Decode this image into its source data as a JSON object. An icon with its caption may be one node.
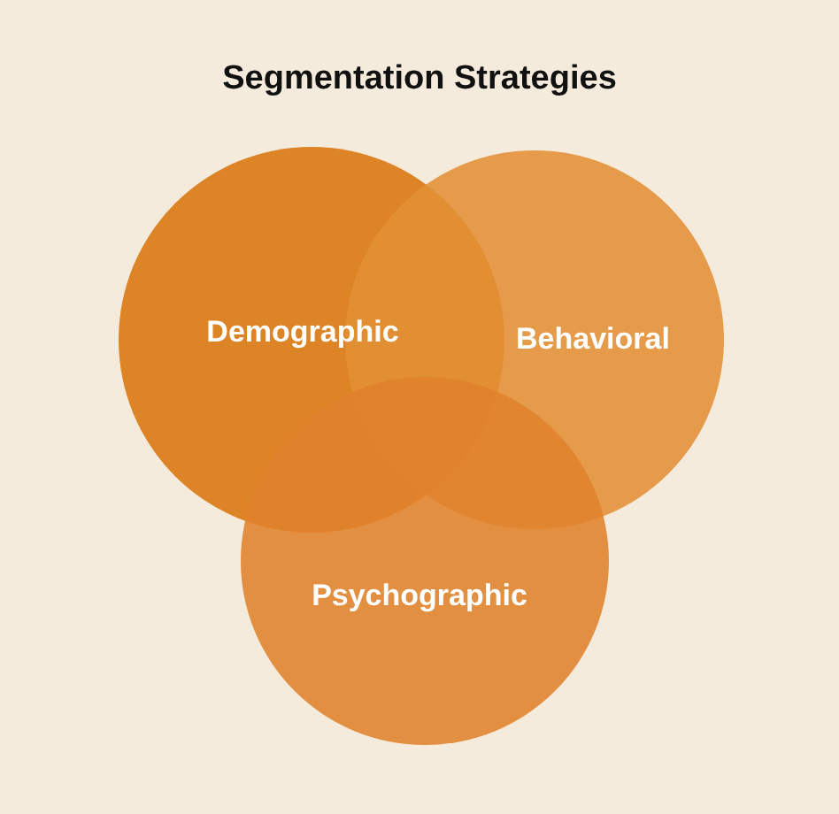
{
  "diagram": {
    "title": "Segmentation Strategies",
    "nodes": [
      {
        "text": [
          "Demographic"
        ]
      },
      {
        "text": [
          "Behavioral"
        ]
      },
      {
        "text": [
          "Psychographic"
        ]
      }
    ]
  }
}
